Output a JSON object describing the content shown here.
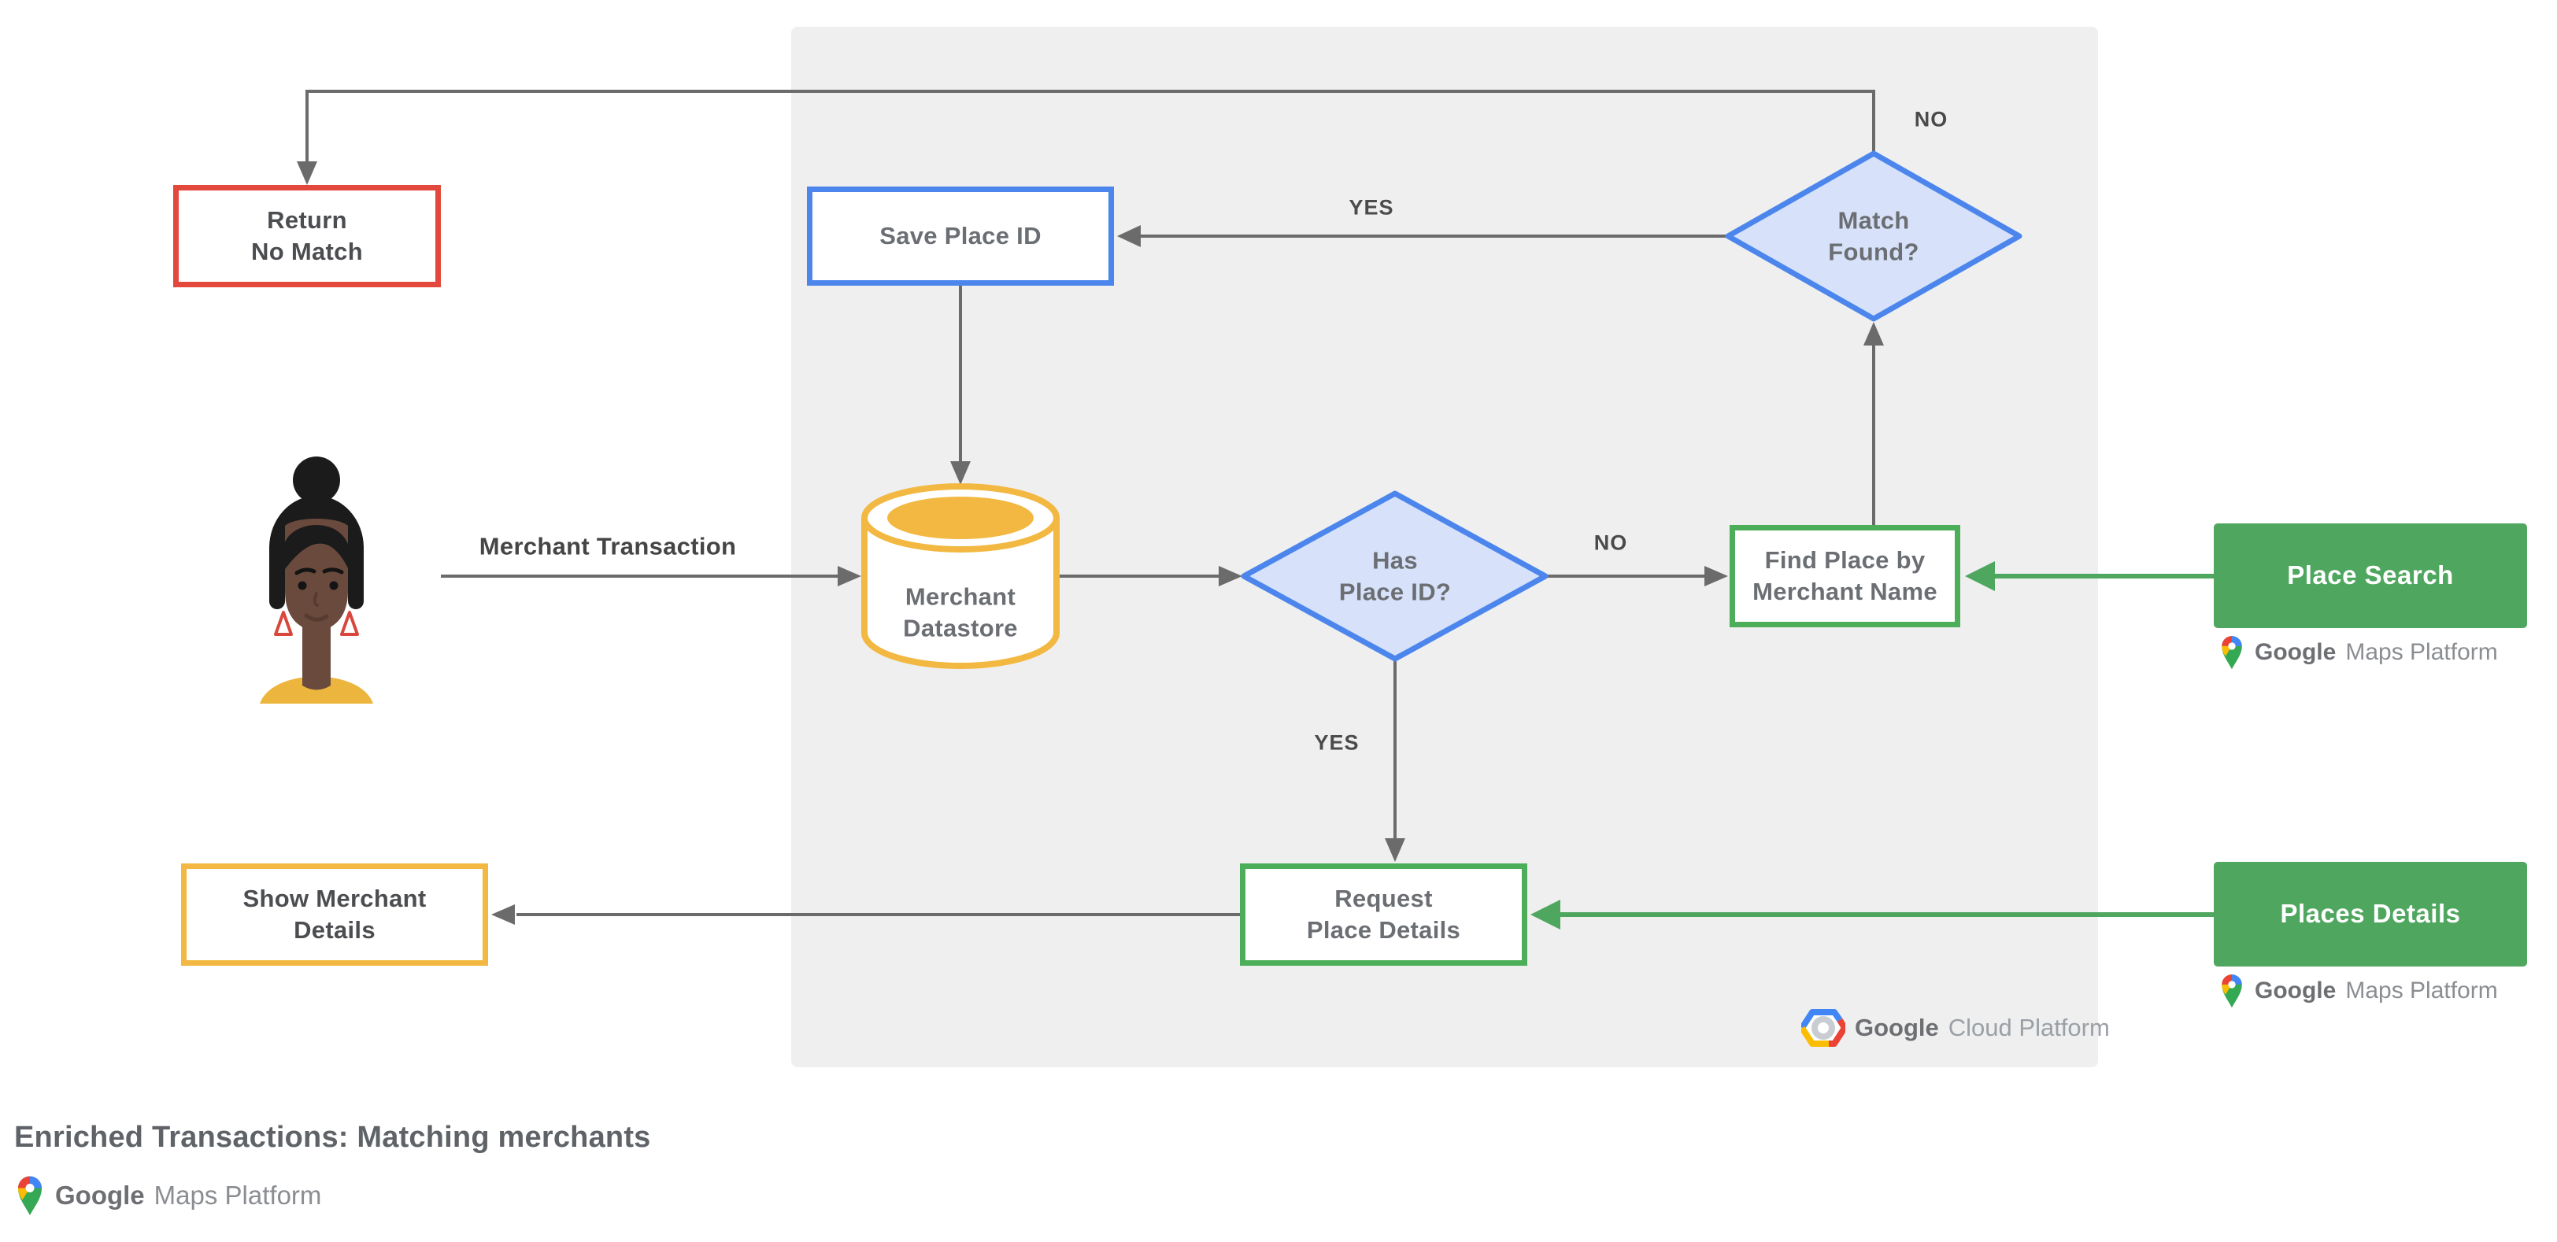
{
  "page": {
    "title": "Enriched Transactions: Matching merchants"
  },
  "colors": {
    "panel_background": "#EFEFEF",
    "arrow_gray": "#6B6B6B",
    "accent_red": "#E2483B",
    "accent_blue": "#4C86EC",
    "decision_fill": "#D7E2FA",
    "accent_yellow": "#F2B841",
    "accent_green": "#4FA65F",
    "text_dark": "#4B4D50",
    "text_medium": "#6B6E72"
  },
  "nodes": {
    "return_no_match": {
      "label": "Return\nNo Match",
      "type": "process",
      "accent": "#E2483B"
    },
    "save_place_id": {
      "label": "Save Place ID",
      "type": "process",
      "accent": "#4C86EC"
    },
    "match_found": {
      "label": "Match\nFound?",
      "type": "decision",
      "accent": "#4C86EC"
    },
    "merchant_datastore": {
      "label": "Merchant\nDatastore",
      "type": "datastore",
      "accent": "#F2B841"
    },
    "has_place_id": {
      "label": "Has\nPlace ID?",
      "type": "decision",
      "accent": "#4C86EC"
    },
    "find_place_by_merchant_name": {
      "label": "Find Place by\nMerchant Name",
      "type": "process",
      "accent": "#4FA65F"
    },
    "place_search": {
      "label": "Place Search",
      "type": "api",
      "accent": "#4FA65F"
    },
    "request_place_details": {
      "label": "Request\nPlace Details",
      "type": "process",
      "accent": "#4FA65F"
    },
    "places_details": {
      "label": "Places Details",
      "type": "api",
      "accent": "#4FA65F"
    },
    "show_merchant_details": {
      "label": "Show Merchant\nDetails",
      "type": "process",
      "accent": "#F2B841"
    }
  },
  "edge_labels": {
    "merchant_transaction": "Merchant Transaction",
    "match_found_yes": "YES",
    "match_found_no": "NO",
    "has_place_id_no": "NO",
    "has_place_id_yes": "YES"
  },
  "logos": {
    "google_maps_platform": {
      "google": "Google",
      "product": "Maps Platform"
    },
    "google_cloud_platform": {
      "google": "Google",
      "product": "Cloud Platform"
    }
  }
}
